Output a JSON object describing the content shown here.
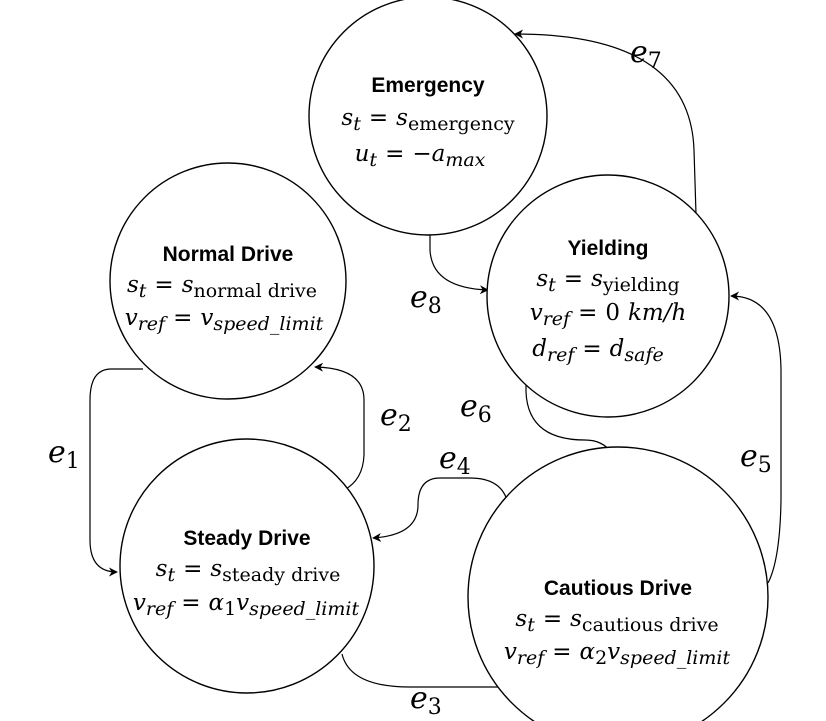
{
  "nodes": {
    "emergency": {
      "title": "Emergency",
      "state_lhs": "s",
      "state_lhs_sub": "t",
      "state_rhs": "s",
      "state_rhs_sub": "emergency",
      "cmd_lhs": "u",
      "cmd_lhs_sub": "t",
      "cmd_rhs": "−a",
      "cmd_rhs_sub": "max"
    },
    "normal_drive": {
      "title": "Normal Drive",
      "state_lhs": "s",
      "state_lhs_sub": "t",
      "state_rhs": "s",
      "state_rhs_sub": "normal drive",
      "cmd_lhs": "v",
      "cmd_lhs_sub": "ref",
      "cmd_rhs": "v",
      "cmd_rhs_sub": "speed_limit"
    },
    "yielding": {
      "title": "Yielding",
      "state_lhs": "s",
      "state_lhs_sub": "t",
      "state_rhs": "s",
      "state_rhs_sub": "yielding",
      "cmd_lhs": "v",
      "cmd_lhs_sub": "ref",
      "cmd_rhs_num": "0",
      "cmd_rhs_unit": "km/h",
      "dist_lhs": "d",
      "dist_lhs_sub": "ref",
      "dist_rhs": "d",
      "dist_rhs_sub": "safe"
    },
    "steady_drive": {
      "title": "Steady Drive",
      "state_lhs": "s",
      "state_lhs_sub": "t",
      "state_rhs": "s",
      "state_rhs_sub": "steady drive",
      "cmd_lhs": "v",
      "cmd_lhs_sub": "ref",
      "cmd_coef": "α",
      "cmd_coef_sub": "1",
      "cmd_rhs": "v",
      "cmd_rhs_sub": "speed_limit"
    },
    "cautious_drive": {
      "title": "Cautious Drive",
      "state_lhs": "s",
      "state_lhs_sub": "t",
      "state_rhs": "s",
      "state_rhs_sub": "cautious drive",
      "cmd_lhs": "v",
      "cmd_lhs_sub": "ref",
      "cmd_coef": "α",
      "cmd_coef_sub": "2",
      "cmd_rhs": "v",
      "cmd_rhs_sub": "speed_limit"
    }
  },
  "edges": {
    "e1": {
      "symbol": "e",
      "index": "1",
      "from": "Normal Drive",
      "to": "Steady Drive"
    },
    "e2": {
      "symbol": "e",
      "index": "2",
      "from": "Steady Drive",
      "to": "Normal Drive"
    },
    "e3": {
      "symbol": "e",
      "index": "3",
      "from": "Steady Drive",
      "to": "Cautious Drive"
    },
    "e4": {
      "symbol": "e",
      "index": "4",
      "from": "Cautious Drive",
      "to": "Steady Drive"
    },
    "e5": {
      "symbol": "e",
      "index": "5",
      "from": "Cautious Drive",
      "to": "Yielding"
    },
    "e6": {
      "symbol": "e",
      "index": "6",
      "from": "Yielding",
      "to": "Cautious Drive"
    },
    "e7": {
      "symbol": "e",
      "index": "7",
      "from": "Yielding",
      "to": "Emergency"
    },
    "e8": {
      "symbol": "e",
      "index": "8",
      "from": "Emergency",
      "to": "Yielding"
    }
  },
  "symbols": {
    "equals": "="
  }
}
